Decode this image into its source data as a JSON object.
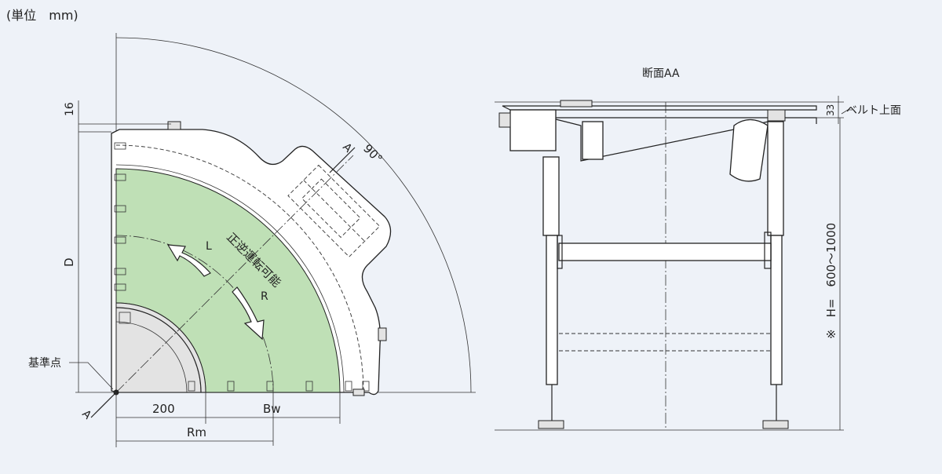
{
  "unit_label": "(単位　mm)",
  "plan": {
    "angle_label": "90°",
    "section_mark_top": "A",
    "section_mark_bottom": "A",
    "dim_16": "16",
    "dim_d": "D",
    "dim_200": "200",
    "dim_bw": "Bw",
    "dim_rm": "Rm",
    "datum_label": "基準点",
    "arrow_l": "L",
    "arrow_r": "R",
    "reversible_label": "正逆運転可能"
  },
  "section": {
    "title": "断面AA",
    "dim_33": "33",
    "belt_surface_label": "ベルト上面",
    "height_label": "※　H=　600～1000"
  },
  "colors": {
    "background": "#eef2f8",
    "belt_green": "#bfe0b6",
    "line": "#222222"
  }
}
